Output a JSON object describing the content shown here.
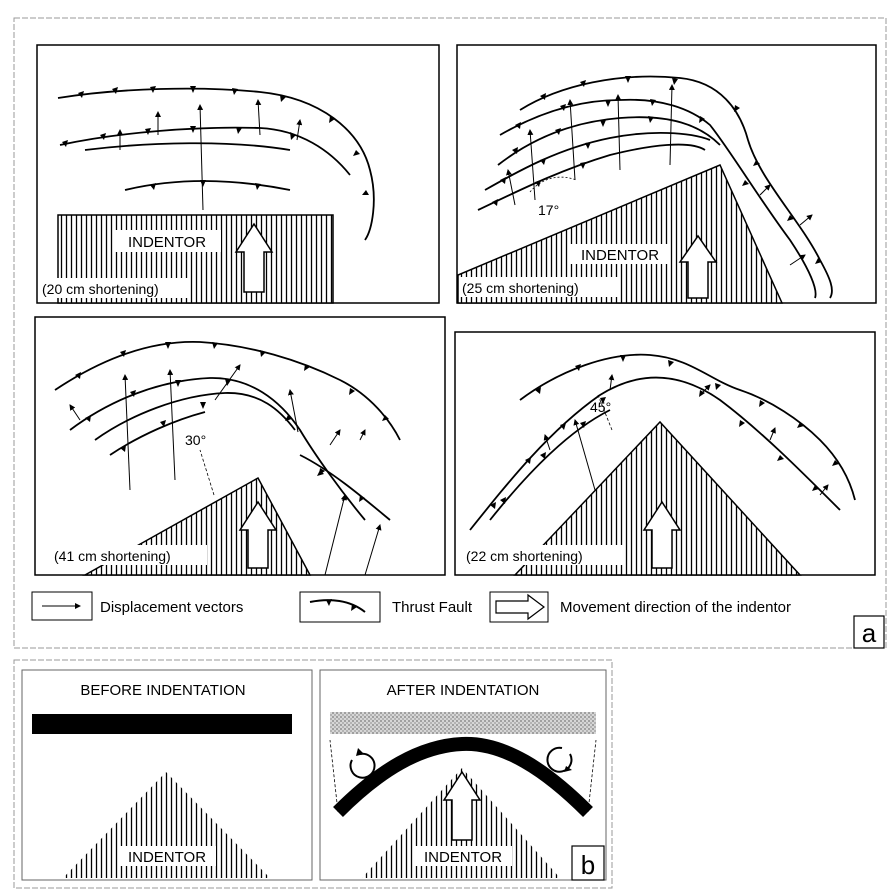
{
  "panel_a": {
    "letter": "a",
    "indentor_label": "INDENTOR",
    "experiments": [
      {
        "shortening": "(20 cm shortening)",
        "angle": ""
      },
      {
        "shortening": "(25 cm shortening)",
        "angle": "17°"
      },
      {
        "shortening": "(41 cm shortening)",
        "angle": "30°"
      },
      {
        "shortening": "(22 cm shortening)",
        "angle": "45°"
      }
    ],
    "legend": {
      "displacement": "Displacement vectors",
      "thrust": "Thrust Fault",
      "movement": "Movement direction of the indentor"
    }
  },
  "panel_b": {
    "letter": "b",
    "before_title": "BEFORE INDENTATION",
    "after_title": "AFTER  INDENTATION",
    "indentor_label": "INDENTOR"
  }
}
